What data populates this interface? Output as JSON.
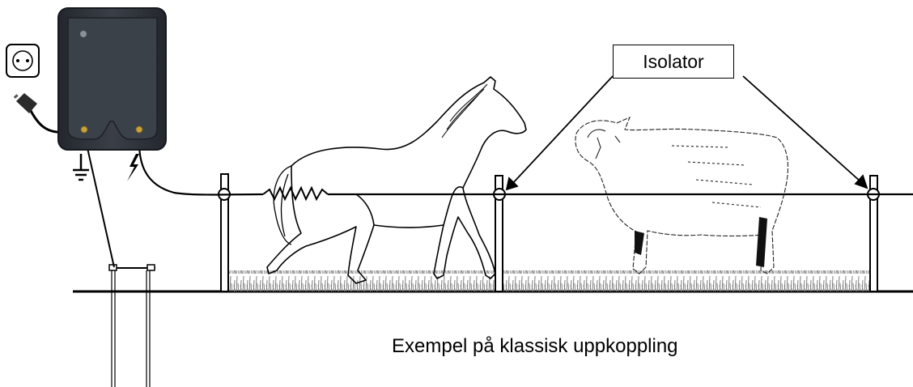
{
  "labels": {
    "isolator": "Isolator",
    "caption": "Exempel på klassisk uppkoppling"
  },
  "symbols": {
    "ground": "ground-symbol",
    "high_voltage": "lightning-symbol"
  },
  "colors": {
    "energizer_body": "#2f343b",
    "terminal": "#c8a23a",
    "line": "#000000",
    "grass": "#8a8a8a"
  }
}
